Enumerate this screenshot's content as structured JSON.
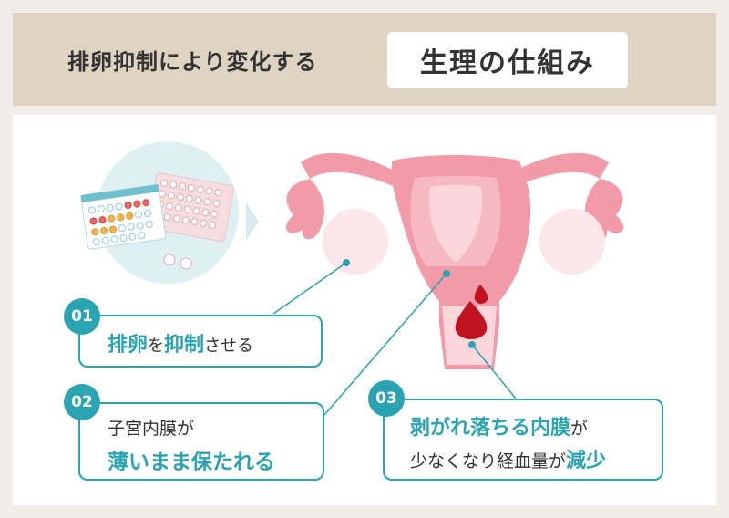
{
  "header": {
    "subtitle": "排卵抑制により変化する",
    "title": "生理の仕組み"
  },
  "callouts": [
    {
      "num": "01",
      "parts": [
        {
          "t": "排卵",
          "hl": true
        },
        {
          "t": "を",
          "hl": false
        },
        {
          "t": "抑制",
          "hl": true
        },
        {
          "t": "させる",
          "hl": false
        }
      ]
    },
    {
      "num": "02",
      "line1": "子宮内膜が",
      "line2": "薄いまま保たれる"
    },
    {
      "num": "03",
      "line1a": "剥がれ落ちる内膜",
      "line1b": "が",
      "line2a": "少なくなり経血量が",
      "line2b": "減少"
    }
  ],
  "colors": {
    "accent": "#2aa3b3",
    "uterus": "#f29aa7",
    "blood": "#c0121f",
    "header_bg": "#dfd3c1"
  }
}
